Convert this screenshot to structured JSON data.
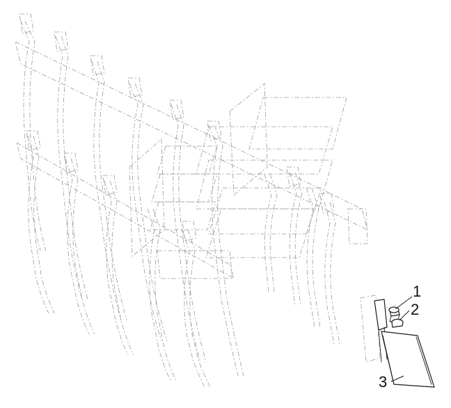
{
  "callouts": [
    {
      "label": "1"
    },
    {
      "label": "2"
    },
    {
      "label": "3"
    }
  ],
  "colors": {
    "line": "#1a1a1a",
    "ghost": "#9a9a9a",
    "background": "#ffffff"
  }
}
